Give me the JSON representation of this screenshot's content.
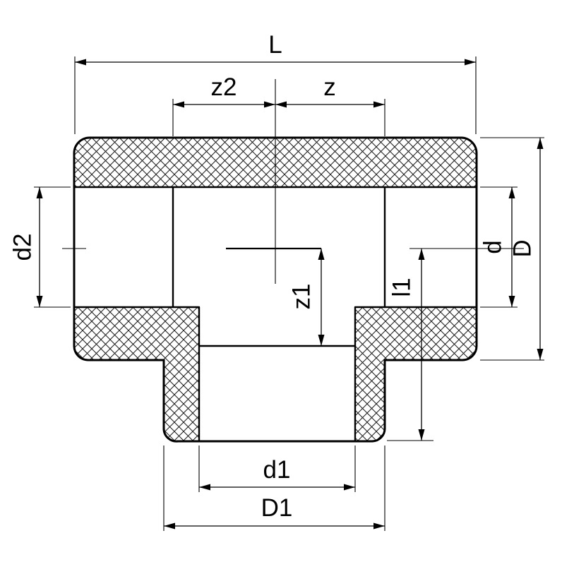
{
  "drawing": {
    "description": "Cross-section technical drawing of a socket tee pipe fitting with dimension callouts",
    "colors": {
      "line": "#000000",
      "background": "#ffffff",
      "hatch": "#1a1a1a"
    },
    "labels": {
      "L": "L",
      "z2": "z2",
      "z": "z",
      "d2": "d2",
      "d": "d",
      "D": "D",
      "z1": "z1",
      "l1": "l1",
      "d1": "d1",
      "D1": "D1"
    }
  }
}
